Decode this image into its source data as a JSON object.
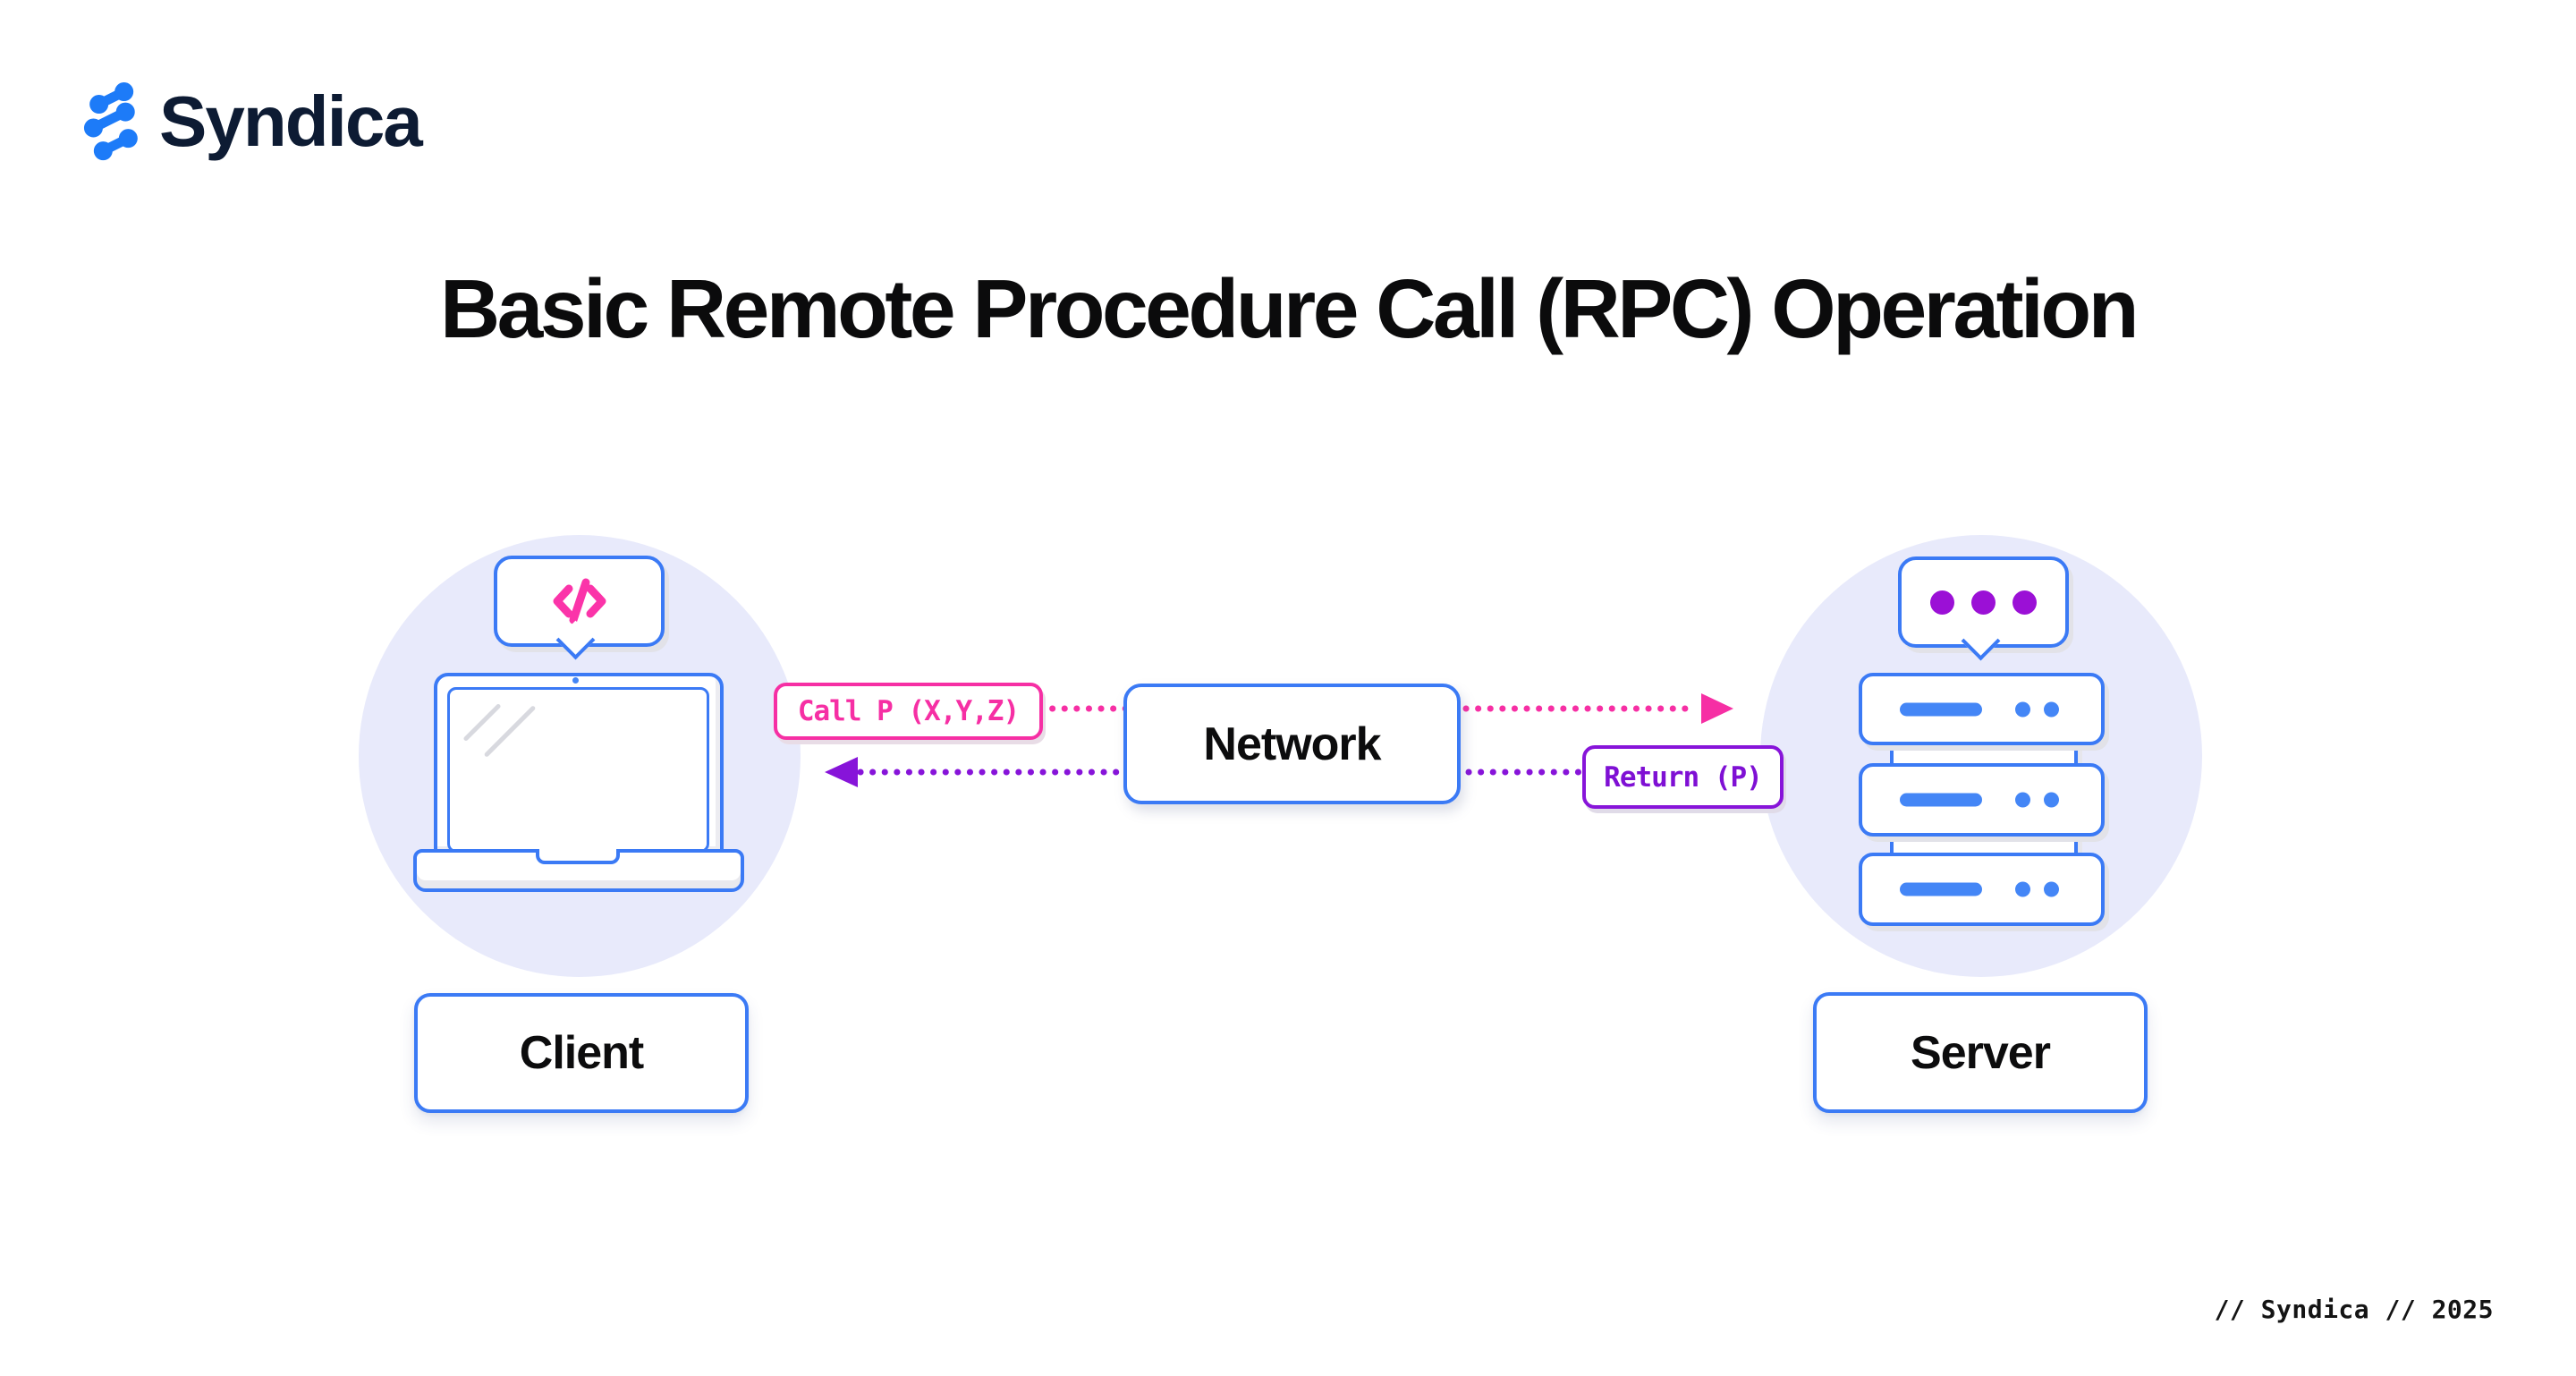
{
  "brand": {
    "name": "Syndica"
  },
  "title": "Basic Remote Procedure Call (RPC) Operation",
  "nodes": {
    "client": "Client",
    "server": "Server",
    "network": "Network"
  },
  "messages": {
    "call": "Call P (X,Y,Z)",
    "return": "Return (P)"
  },
  "footer": "// Syndica // 2025",
  "colors": {
    "blue_stroke": "#3B7AF5",
    "blue_fill": "#4486F6",
    "pink": "#F62FA4",
    "purple": "#8714D9",
    "bubble_dot_purple": "#9B10D6",
    "lavender": "#E8EAFB",
    "logo_blue": "#1D7BF8",
    "navy": "#0D1B33",
    "text_black": "#0B0B0C"
  }
}
